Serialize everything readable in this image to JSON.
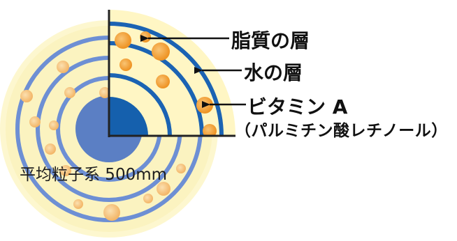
{
  "labels": {
    "lipid_layer": "脂質の層",
    "water_layer": "水の層",
    "vitamin_a": "ビタミン A",
    "retinyl_palmitate": "（パルミチン酸レチノール）",
    "particle_size": "平均粒子系 500mm"
  },
  "colors": {
    "background_disc": "#fdf7cf",
    "outer_disc": "#faf0b6",
    "quadrant": "#fff6c4",
    "ring_back": "#6d8fd4",
    "core_back": "#5b7fc4",
    "ring_front": "#1b63b3",
    "core_front": "#1560ad",
    "droplet_back": "#f6c07b",
    "droplet_front": "#f2a033",
    "arrow": "#111111"
  },
  "icons": {
    "arrow": "arrow-left-icon"
  }
}
